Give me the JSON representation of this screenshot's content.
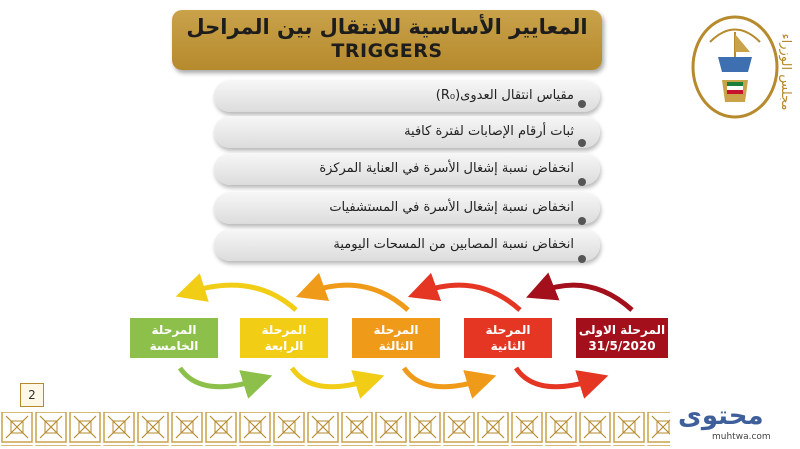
{
  "title": {
    "arabic": "المعايير الأساسية للانتقال بين المراحل",
    "english": "TRIGGERS"
  },
  "criteria": [
    "مقياس انتقال العدوى(R₀)",
    "ثبات أرقام الإصابات لفترة كافية",
    "انخفاض نسبة إشغال الأسرة في العناية المركزة",
    "انخفاض نسبة إشغال الأسرة في المستشفيات",
    "انخفاض نسبة المصابين من المسحات اليومية"
  ],
  "stages": [
    {
      "line1": "المرحلة الاولى",
      "line2": "31/5/2020",
      "color": "#a3101c"
    },
    {
      "line1": "المرحلة",
      "line2": "الثانية",
      "color": "#e53523"
    },
    {
      "line1": "المرحلة",
      "line2": "الثالثة",
      "color": "#f09a1a"
    },
    {
      "line1": "المرحلة",
      "line2": "الرابعة",
      "color": "#f2cd16"
    },
    {
      "line1": "المرحلة",
      "line2": "الخامسة",
      "color": "#8cc04b"
    }
  ],
  "slide_number": "2",
  "logo": {
    "text": "مجلس الوزراء",
    "icon": "kuwait-cabinet-emblem"
  },
  "watermark": {
    "text": "محتوى",
    "url": "muhtwa.com"
  }
}
